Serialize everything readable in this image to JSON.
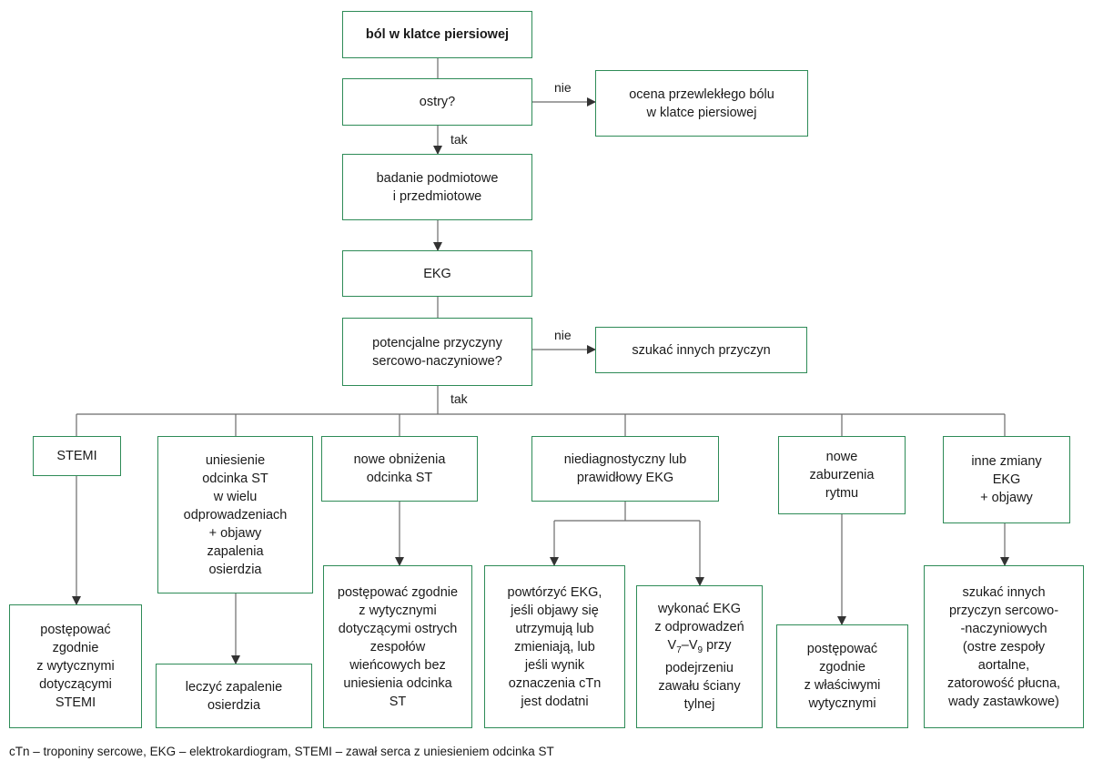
{
  "nodes": {
    "start": "ból w klatce piersiowej",
    "acute_question": "ostry?",
    "chronic_assessment": "ocena przewlekłego bólu\nw klatce piersiowej",
    "history_exam": "badanie podmiotowe\ni przedmiotowe",
    "ecg": "EKG",
    "cv_causes_question": "potencjalne przyczyny\nsercowo-naczyniowe?",
    "other_causes": "szukać innych przyczyn",
    "stemi": "STEMI",
    "st_elevation_multi": "uniesienie\nodcinka ST\nw wielu\nodprowadzeniach\n+ objawy\nzapalenia\nosierdzia",
    "new_st_depression": "nowe obniżenia\nodcinka ST",
    "nondiagnostic_ecg": "niediagnostyczny lub\nprawidłowy EKG",
    "new_arrhythmia": "nowe\nzaburzenia\nrytmu",
    "other_ecg_changes": "inne zmiany\nEKG\n+ objawy",
    "stemi_guidelines": "postępować\nzgodnie\nz wytycznymi\ndotyczącymi\nSTEMI",
    "treat_pericarditis": "leczyć zapalenie\nosierdzia",
    "nste_acs_guidelines": "postępować zgodnie\nz wytycznymi\ndotyczącymi ostrych\nzespołów\nwieńcowych bez\nuniesienia odcinka\nST",
    "repeat_ecg": "powtórzyć EKG,\njeśli objawy się\nutrzymują lub\nzmieniają, lub\njeśli wynik\noznaczenia cTn\njest dodatni",
    "posterior_leads_ecg": "wykonać EKG\nz odprowadzeń\nV7–V9 przy\npodejrzeniu\nzawału ściany\ntylnej",
    "appropriate_guidelines": "postępować\nzgodnie\nz właściwymi\nwytycznymi",
    "other_cv_causes": "szukać innych\nprzyczyn sercowo-\n-naczyniowych\n(ostre zespoły\naortalne,\nzatorowość płucna,\nwady zastawkowe)"
  },
  "labels": {
    "no_1": "nie",
    "yes_1": "tak",
    "no_2": "nie",
    "yes_2": "tak"
  },
  "footnote": "cTn – troponiny sercowe, EKG – elektrokardiogram, STEMI – zawał serca z uniesieniem odcinka ST",
  "colors": {
    "box_border": "#2e8b57",
    "connector": "#6b6b6b"
  }
}
